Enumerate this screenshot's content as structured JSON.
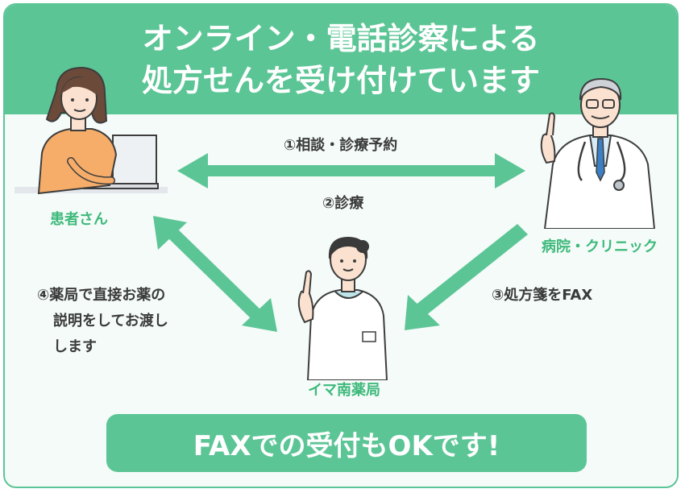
{
  "title": {
    "line1": "オンライン・電話診察による",
    "line2": "処方せんを受け付けています"
  },
  "roles": {
    "patient": "患者さん",
    "clinic": "病院・クリニック",
    "pharmacy": "イマ南薬局"
  },
  "steps": {
    "step1": "①相談・診療予約",
    "step2": "②診療",
    "step3": "③処方箋をFAX",
    "step4_line1": "④薬局で直接お薬の",
    "step4_line2": "説明をしてお渡し",
    "step4_line3": "します"
  },
  "cta": "FAXでの受付もOKです!",
  "colors": {
    "accent": "#5cc596",
    "role_text": "#3fb97c",
    "arrow": "#5cc596"
  }
}
